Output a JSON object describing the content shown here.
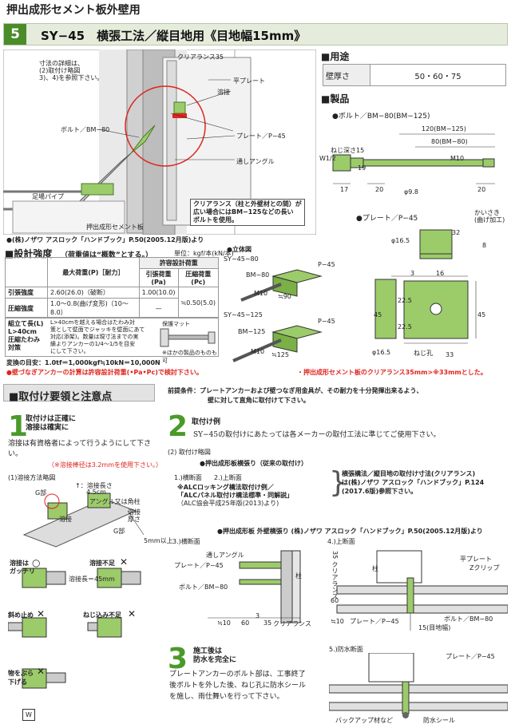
{
  "header": {
    "title": "押出成形セメント板外壁用"
  },
  "section": {
    "number": "5",
    "title": "SY−45　横張工法／縦目地用《目地幅15mm》"
  },
  "top_diagram": {
    "note": [
      "寸法の詳細は、",
      "(2)取付け略図",
      "3)、4)を参照下さい。"
    ],
    "clearance": "クリアランス35",
    "weld": "溶接",
    "flat_plate": "平プレート",
    "bolt": "ボルト／BM−80",
    "plate": "プレート／P−45",
    "through_angle": "通しアングル",
    "scaffold": "足場パイプ",
    "panel": "押出成形セメント板",
    "clearance_note": [
      "クリアランス（柱と外壁材との間）が",
      "広い場合にはBM−125などの長い",
      "ボルトを使用。"
    ],
    "source": "●(株)ノザワ アスロック「ハンドブック」P.50(2005.12月版)より"
  },
  "usage": {
    "heading": "■用途",
    "label": "壁厚さ",
    "value": "50・60・75"
  },
  "product": {
    "heading": "■製品",
    "bolt_title": "●ボルト／BM−80(BM−125)",
    "plate_title": "●プレート／P−45"
  },
  "bolt_dims": {
    "d120": "120(BM−125)",
    "d80": "80(BM−80)",
    "m10": "M10",
    "nejiwatari": "ねじ深さ15",
    "w12": "W1/2",
    "d19": "19",
    "d17": "17",
    "d20a": "20",
    "d20b": "20",
    "phi98": "φ9.8"
  },
  "plate_dims": {
    "kakikizaki": [
      "かいさき",
      "(曲げ加工)"
    ],
    "d32": "32",
    "phi165": "φ16.5",
    "d8": "8",
    "d3": "3",
    "d16": "16",
    "d225a": "22.5",
    "d225b": "22.5",
    "d45a": "45",
    "d45b": "45",
    "phi165b": "φ16.5",
    "hole": "ねじ孔",
    "d33": "33"
  },
  "strength": {
    "heading": "■設計強度",
    "subtitle": "（荷重値は“概数”とする。）",
    "unit": "単位：kgf/本(kN/本)",
    "col_max": "最大荷重(P)［耐力］",
    "col_allow": "許容設計荷重",
    "col_tension": "引張荷重",
    "col_tension_u": "(Pa)",
    "col_shear": "圧縮荷重",
    "col_shear_u": "(Pc)",
    "rows": [
      {
        "name": "引張強度",
        "max": "2.60(26.0)（破断）",
        "pa": "1.00(10.0)",
        "pc": ""
      },
      {
        "name": "圧縮強度",
        "max": "1.0〜0.8(曲げ変形)（10〜8.0）",
        "pa": "—",
        "pc": "≒0.50(5.0)"
      }
    ],
    "assembly_label": [
      "組立て長(L)",
      "L>40cm",
      "圧縮たわみ",
      "対策"
    ],
    "assembly_text": [
      "L>40cmを越える場合はたわみ対",
      "策として壁面でジャッキを壁面にあて",
      "対応(添架)。数量は現寸法までの実",
      "績よりアンカーの1/4〜1/5を目安",
      "にして下さい。"
    ],
    "hozon": "保護マット",
    "hozon_note": "※ほかの製品のものも可",
    "conv": "変換の目安：1.0tf＝1,000kgf≒10kN＝10,000N",
    "warning": "●壁づなぎアンカーの計算は許容設計荷重(•Pa•Pc)で検討下さい。"
  },
  "iso": {
    "title": "●立体図",
    "a_name": "SY−45−80",
    "a_plate": "P−45",
    "a_bolt": "BM−80",
    "a_m10": "M10",
    "a_len": "≒90",
    "b_name": "SY−45−125",
    "b_plate": "P−45",
    "b_bolt": "BM−125",
    "b_m10": "M10",
    "b_len": "≒125"
  },
  "clearance_red": "・押出成形セメント板のクリアランス35mm>※33mmとした。",
  "install": {
    "heading": "■取付け要領と注意点",
    "premise": [
      "前提条件：プレートアンカーおよび壁つなぎ用金具が、その耐力を十分発揮出来るよう、",
      "壁に対して直角に取付けて下さい。"
    ]
  },
  "step1": {
    "num": "1",
    "title": [
      "取付けは正確に",
      "溶接は確実に"
    ],
    "text": "溶接は有資格者によって行うようにして下さい。",
    "red": "（※溶接棒径は3.2mmを使用下さい。）",
    "sub": "(1)溶接方法略図",
    "g1": "G部",
    "weldlen": "↑：溶接長さ",
    "weldlen2": "4.5cm",
    "angle": "アングル又は角柱",
    "weldlabel": "溶接",
    "thick": "溶接",
    "thick2": "厚さ",
    "g2": "G部",
    "mm5": "5mm以上",
    "ok": "溶接は",
    "ok2": "ガッチリ",
    "mm45": "溶接長＝45mm",
    "ng1": "溶接不足",
    "ng2": "斜め止め",
    "ng3": "ねじ込み不足",
    "ng4": "物をぶら",
    "ng4b": "下げる",
    "w": "W"
  },
  "step2": {
    "num": "2",
    "title": "取付け例",
    "text": "SY−45の取付けにあたっては各メーカーの取付工法に準じてご使用下さい。",
    "sub": "(2) 取付け略図",
    "horizontal_title": "●押出成形板横張り（従来の取付け）",
    "i1": "1.)横断面",
    "i2": "2.)上断面",
    "ref": [
      "※ALCロッキング構法取付け例／",
      "「ALCパネル取付け構法標準・同解説」",
      "（ALC協会平成25年版(2013)より)"
    ],
    "brace": [
      "横張構法／縦目地の取付け寸法(クリアランス)",
      "は(株)ノザワ アスロック「ハンドブック」P.124",
      "(2017.6版)参照下さい。"
    ],
    "exterior_title": "●押出成形板 外壁横張り (株)ノザワ アスロック「ハンドブック」P.50(2005.12月版)より",
    "s3": "3.)横断面",
    "s4": "4.)上断面",
    "through_angle": "通しアングル",
    "plate": "プレート／P−45",
    "bolt": "ボルト／BM−80",
    "col": "柱",
    "d10": "≒10",
    "d60": "60",
    "d35": "35",
    "clr": "クリアランス",
    "d3": "3",
    "col2": "柱",
    "flat": "平プレート",
    "zclip": "Zクリップ",
    "clr35": "35 クリアランス",
    "d60b": "60",
    "d10b": "≒10",
    "plate2": "プレート／P−45",
    "bolt2": "ボルト／BM−80",
    "joint": "15(目地幅)",
    "s5": "5.)防水断面",
    "plate3": "プレート／P−45",
    "backup": "バックアップ材など",
    "seal": "防水シール"
  },
  "step3": {
    "num": "3",
    "title": [
      "施工後は",
      "防水を完全に"
    ],
    "text": "プレートアンカーのボルト部は、工事終了後ボルトを外した後、ねじ孔に防水シールを施し、雨仕舞いを行って下さい。"
  }
}
